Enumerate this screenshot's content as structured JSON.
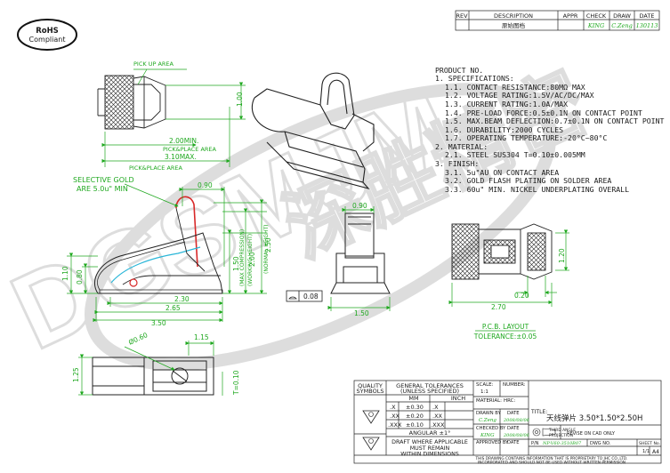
{
  "rohs": {
    "line1": "RoHS",
    "line2": "Compliant"
  },
  "revision_table": {
    "headers": [
      "REV",
      "DESCRIPTION",
      "APPR",
      "CHECK",
      "DRAW",
      "DATE"
    ],
    "row": {
      "rev": "",
      "description": "原始图档",
      "appr": "",
      "check": "KING",
      "draw": "C.Zeng",
      "date": "130113"
    }
  },
  "specs": [
    "PRODUCT NO.",
    "1. SPECIFICATIONS:",
    "1.1. CONTACT RESISTANCE:80MΩ MAX",
    "1.2. VOLTAGE RATING:1.5V/AC/DC/MAX",
    "1.3. CURRENT RATING:1.0A/MAX",
    "1.4. PRE-LOAD FORCE:0.5±0.1N ON CONTACT POINT",
    "1.5. MAX.BEAM DEFLECTION:0.7±0.1N ON CONTACT POINT",
    "1.6. DURABILITY:2000 CYCLES",
    "1.7. OPERATING TEMPERATURE:-20°C~80°C",
    "2. MATERIAL:",
    "2.1. STEEL SUS304 T=0.10±0.005MM",
    "3. FINISH:",
    "3.1. 5u\"AU ON CONTACT AREA",
    "3.2. GOLD FLASH PLATING ON SOLDER AREA",
    "3.3. 60u\" MIN. NICKEL UNDERPLATING OVERALL"
  ],
  "dims": {
    "pick_up_area": "PICK UP AREA",
    "d_1_00": "1.00",
    "d_2_00_min": "2.00MIN.",
    "pick_place_1": "PICK&PLACE AREA",
    "d_3_10_max": "3.10MAX.",
    "pick_place_2": "PICK&PLACE AREA",
    "selective_gold_1": "SELECTIVE GOLD",
    "selective_gold_2": "ARE 5.0u\" MIN",
    "d_0_90_a": "0.90",
    "d_1_50": "1.50",
    "max_compression": "(MAX COMPRESSION)",
    "d_2_00": "2.00",
    "working_height": "(WORKING HEIGHT)",
    "d_2_50": "2.50",
    "normal_height": "(NORMAL HEIGHT)",
    "d_1_10": "1.10",
    "d_0_80": "0.80",
    "d_2_30": "2.30",
    "d_2_65": "2.65",
    "d_3_50": "3.50",
    "d_0_08": "0.08",
    "d_0_90_b": "0.90",
    "d_1_50_b": "1.50",
    "d_1_20": "1.20",
    "d_0_20": "0.20",
    "d_2_70": "2.70",
    "pcb_layout": "P.C.B. LAYOUT",
    "tolerance": "TOLERANCE:±0.05",
    "d_phi_0_60": "Ø0.60",
    "d_1_15": "1.15",
    "d_1_25": "1.25",
    "t_0_10": "T=0.10"
  },
  "watermark": {
    "latin": "DGSMJM",
    "cjk": "深胜精密"
  },
  "title_block": {
    "quality_symbols": [
      "QUALITY",
      "SYMBOLS"
    ],
    "general_tol": [
      "GENERAL TOLERANCES",
      "(UNLESS SPECIFIED)"
    ],
    "mm": "MM",
    "inch": "INCH",
    "tol_rows": [
      {
        "x": ".X",
        "mm": "±0.30",
        "ix": ".X",
        "inch": ""
      },
      {
        "x": ".XX",
        "mm": "±0.20",
        "ix": ".XX",
        "inch": ""
      },
      {
        "x": ".XXX",
        "mm": "±0.10",
        "ix": ".XXX",
        "inch": ""
      }
    ],
    "angular": "ANGULAR ±1°",
    "draft": [
      "DRAFT WHERE APPLICABLE",
      "MUST REMAIN",
      "WITHIN DIMENSIONS"
    ],
    "scale_label": "SCALE:",
    "scale_value": "1:1",
    "number_label": "NUMBER:",
    "material_label": "MATERIAL:",
    "hrc_label": "HRC:",
    "drawn_by": "DRAWN BY",
    "drawn_date_label": "DATE",
    "drawn_name": "C.Zeng",
    "drawn_date": "2008/08/06",
    "checked_by": "CHECKED BY",
    "checked_date_label": "DATE",
    "checked_name": "KING",
    "checked_date": "2008/08/06",
    "approved_by": "APPROVED BY",
    "approved_date_label": "DATE",
    "title_label": "TITLE:",
    "title_value": "天线弹片 3.50*1.50*2.50H",
    "third_angle": [
      "THIRD ANGLE",
      "PROJECTION"
    ],
    "revise_note": "REVISE ON CAD ONLY",
    "part_no_label": "P/N",
    "part_no": "NP-V60-3510B07",
    "dwg_no_label": "DWG NO.",
    "sheet_no_label": "SHEET No.",
    "sheet_value": "1/1",
    "size": "A4",
    "footer_1": "THIS DRAWING CONTAINS INFORMATION THAT IS PROPRIETARY TO JHC CO.,LTD.",
    "footer_2": "INCORPORATED AND SHOULD NOT BE USED WITHOUT WRITTEN PERMISSION"
  },
  "colors": {
    "green": "#1fa81f",
    "cyan": "#29b6d8",
    "red": "#d82828",
    "line": "#1a1a1a"
  }
}
